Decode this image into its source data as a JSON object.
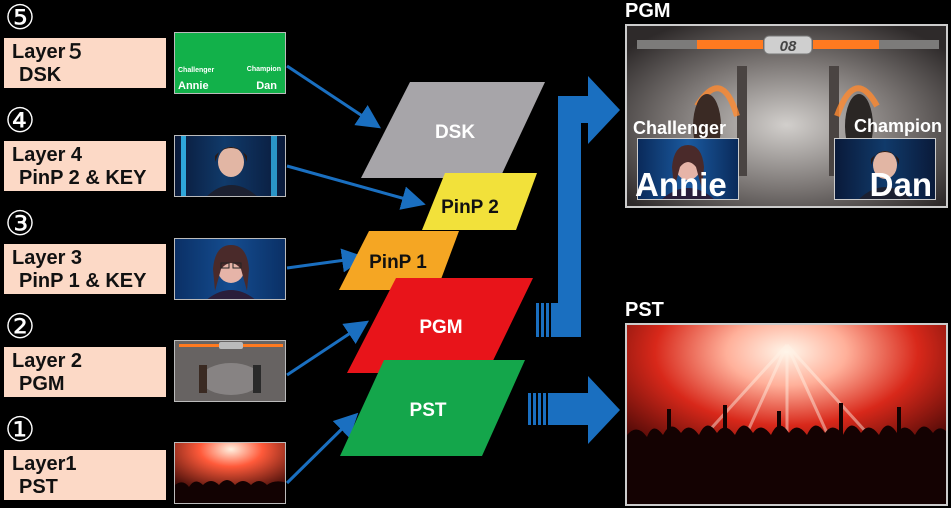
{
  "layers": [
    {
      "num": "⑤",
      "line1": "Layer５",
      "line2": "DSK"
    },
    {
      "num": "④",
      "line1": "Layer 4",
      "line2": "PinP 2 & KEY"
    },
    {
      "num": "③",
      "line1": "Layer 3",
      "line2": "PinP 1 & KEY"
    },
    {
      "num": "②",
      "line1": "Layer 2",
      "line2": "PGM"
    },
    {
      "num": "①",
      "line1": "Layer1",
      "line2": "PST"
    }
  ],
  "dsk_thumb": {
    "left_role": "Challenger",
    "right_role": "Champion",
    "left_name": "Annie",
    "right_name": "Dan"
  },
  "stack": {
    "dsk": "DSK",
    "pinp2": "PinP 2",
    "pinp1": "PinP 1",
    "pgm": "PGM",
    "pst": "PST"
  },
  "stack_colors": {
    "dsk": "#a7a5a9",
    "pinp2": "#f2e13a",
    "pinp1": "#f5a623",
    "pgm": "#e8141a",
    "pst": "#14a64b"
  },
  "outputs": {
    "pgm_label": "PGM",
    "pst_label": "PST",
    "score": "08",
    "challenger_role": "Challenger",
    "champion_role": "Champion",
    "challenger_name": "Annie",
    "champion_name": "Dan"
  },
  "arrow_color": "#1a6fc0"
}
